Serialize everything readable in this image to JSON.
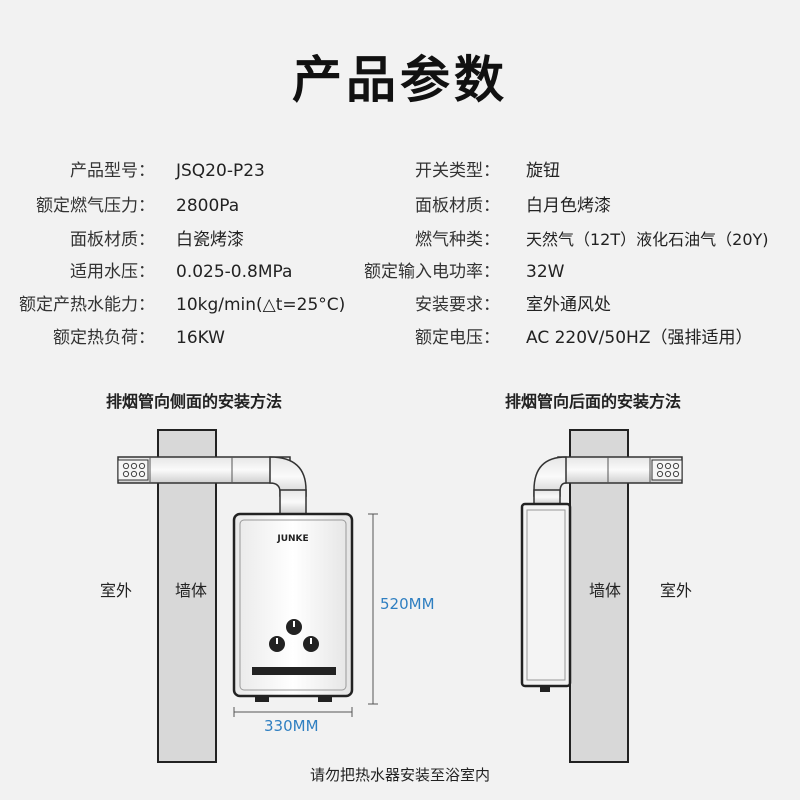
{
  "title": "产品参数",
  "specs_left": [
    {
      "key": "产品型号：",
      "value": "JSQ20-P23"
    },
    {
      "key": "额定燃气压力：",
      "value": "2800Pa"
    },
    {
      "key": "面板材质：",
      "value": "白瓷烤漆"
    },
    {
      "key": "适用水压：",
      "value": "0.025-0.8MPa"
    },
    {
      "key": "额定产热水能力：",
      "value": "10kg/min(△t=25°C)"
    },
    {
      "key": "额定热负荷：",
      "value": "16KW"
    }
  ],
  "specs_right": [
    {
      "key": "开关类型：",
      "value": "旋钮"
    },
    {
      "key": "面板材质：",
      "value": "白月色烤漆"
    },
    {
      "key": "燃气种类：",
      "value": "天然气（12T）液化石油气（20Y)"
    },
    {
      "key": "额定输入电功率：",
      "value": "32W"
    },
    {
      "key": "安装要求：",
      "value": "室外通风处"
    },
    {
      "key": "额定电压：",
      "value": "AC 220V/50HZ（强排适用）"
    }
  ],
  "diagram_left": {
    "title": "排烟管向侧面的安装方法",
    "outdoor_label": "室外",
    "wall_label": "墙体",
    "brand": "JUNKE",
    "height_label": "520MM",
    "width_label": "330MM"
  },
  "diagram_right": {
    "title": "排烟管向后面的安装方法",
    "wall_label": "墙体",
    "outdoor_label": "室外"
  },
  "footer": "请勿把热水器安装至浴室内",
  "colors": {
    "background": "#f2f2f2",
    "wall": "#d8d8d8",
    "dimension": "#2f7fc1"
  }
}
